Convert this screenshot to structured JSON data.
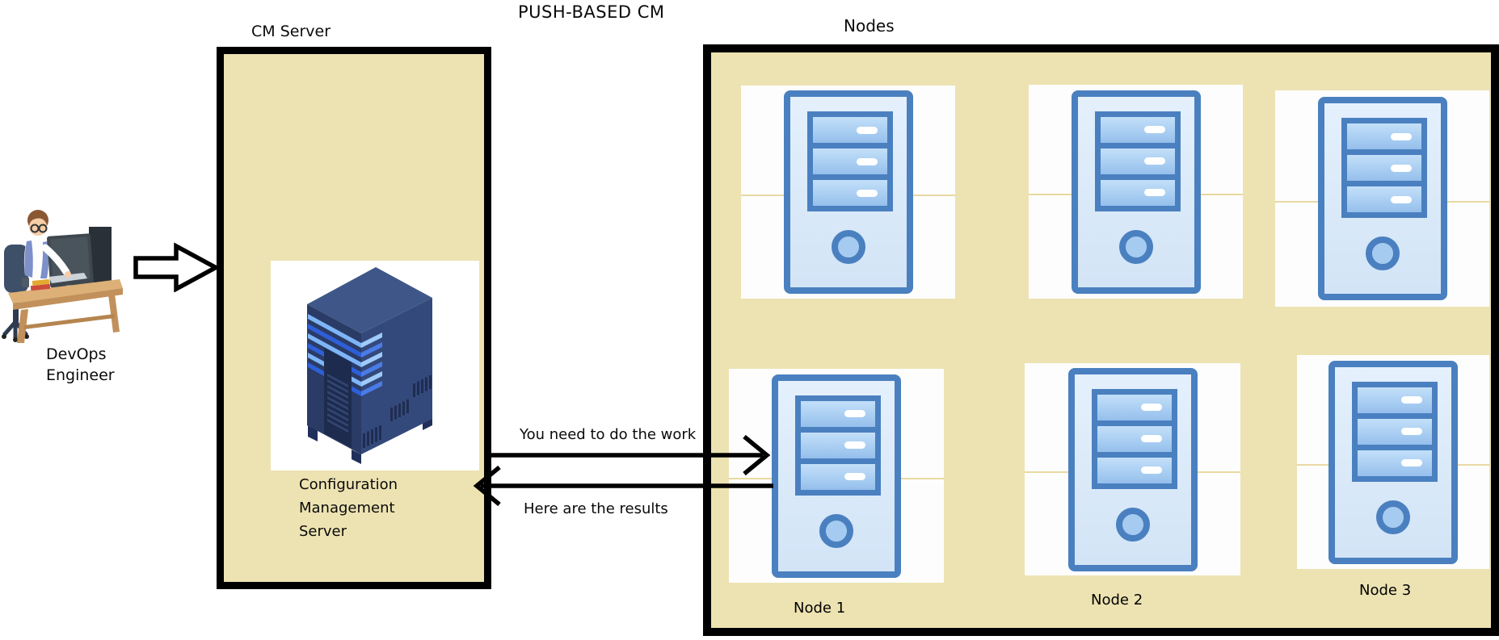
{
  "title": "PUSH-BASED CM",
  "cm_server": {
    "label": "CM Server",
    "caption": [
      "Configuration",
      "Management",
      "Server"
    ]
  },
  "engineer": {
    "line1": "DevOps",
    "line2": "Engineer"
  },
  "messages": {
    "request": "You need to do the work",
    "response": "Here are the results"
  },
  "nodes_group": {
    "label": "Nodes",
    "node_labels": [
      "Node 1",
      "Node 2",
      "Node 3"
    ]
  },
  "colors": {
    "box_fill": "#EDE3B2",
    "box_border": "#000000",
    "icon_border_blue": "#4A80C0",
    "icon_fill_blue": "#D9E8F8",
    "bay_fill_blue": "#A9CDF0",
    "seam_line": "#E9D9A2",
    "tower_navy": "#2A3B66",
    "tower_stripe_light": "#7DB5F8",
    "tower_stripe_royal": "#2E5FD8"
  }
}
